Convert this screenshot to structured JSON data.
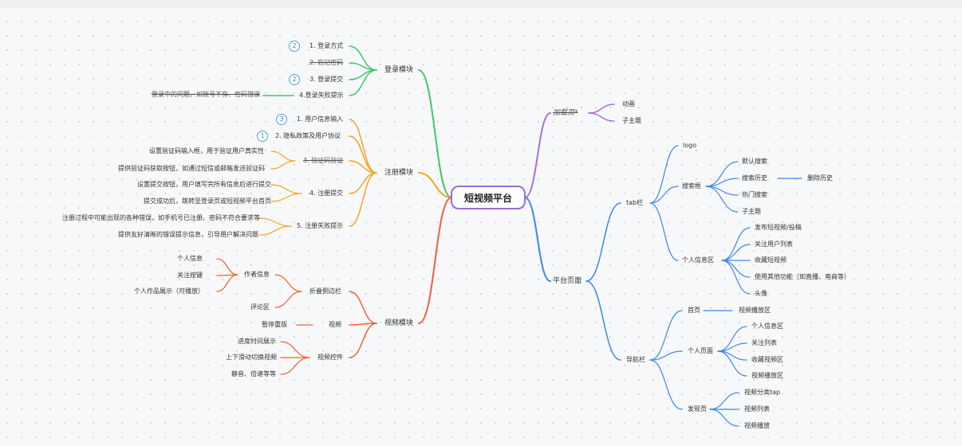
{
  "root": {
    "label": "短视频平台"
  },
  "colors": {
    "green": "#3cc86a",
    "orange": "#f2a526",
    "red": "#f0603a",
    "purple": "#a66ee0",
    "blue": "#3e86f0"
  },
  "left": {
    "login": {
      "label": "登录模块",
      "items": [
        {
          "label": "1. 登录方式",
          "badge": "2"
        },
        {
          "label": "2. 忘记密码",
          "strike": true
        },
        {
          "label": "3. 登录提交",
          "badge": "2"
        },
        {
          "label": "4.登录失败提示",
          "note": "登录中的问题，如账号不存、密码错误"
        }
      ]
    },
    "register": {
      "label": "注册模块",
      "items": [
        {
          "label": "1. 用户信息输入",
          "badge": "3"
        },
        {
          "label": "2. 隐私政策及用户协议",
          "badge": "1"
        },
        {
          "label": "3. 验证码验证",
          "strike": true,
          "notes": [
            "设置验证码输入框，用于验证用户真实性",
            "提供验证码获取按钮，如通过短信或邮箱发送验证码"
          ]
        },
        {
          "label": "4. 注册提交",
          "notes": [
            "设置提交按钮，用户填写完所有信息后进行提交",
            "提交成功后，跳转至登录页或短视频平台首页"
          ]
        },
        {
          "label": "5. 注册失败提示",
          "notes": [
            "注册过程中可能出现的各种错误，如手机号已注册、密码不符合要求等",
            "提供友好清晰的错误提示信息，引导用户解决问题"
          ]
        }
      ]
    },
    "video": {
      "label": "视频模块",
      "items": [
        {
          "label": "折叠侧边栏",
          "children": [
            {
              "label": "作者信息",
              "children": [
                "个人信息",
                "关注按键",
                "个人作品展示（可播放）"
              ]
            },
            {
              "label": "评论区"
            }
          ]
        },
        {
          "label": "视频",
          "children": [
            {
              "label": "暂停重版"
            }
          ]
        },
        {
          "label": "视频控件",
          "children": [
            {
              "label": "进度时间展示"
            },
            {
              "label": "上下滑动切换视频"
            },
            {
              "label": "静音、倍速等等"
            }
          ]
        }
      ]
    }
  },
  "right": {
    "loading": {
      "label": "加载页*",
      "children": [
        "动画",
        "子主题"
      ]
    },
    "platform": {
      "label": "平台页面",
      "tabbar": {
        "label": "tab栏",
        "logo": "logo",
        "search": {
          "label": "搜索框",
          "children": [
            "默认搜索",
            "搜索历史",
            "热门搜索",
            "子主题"
          ],
          "history_child": "删除历史"
        },
        "profile": {
          "label": "个人信息区",
          "children": [
            "发布短视频/投稿",
            "关注用户列表",
            "收藏短视频",
            "使用其他功能（如直播、电商等）",
            "头像"
          ]
        }
      },
      "navbar": {
        "label": "导航栏",
        "home": {
          "label": "首页",
          "child": "视频播放区"
        },
        "personal": {
          "label": "个人页面",
          "children": [
            "个人信息区",
            "关注列表",
            "收藏视频区",
            "视频播放区"
          ]
        },
        "discover": {
          "label": "发现页",
          "children": [
            "视频分类tap",
            "视频列表",
            "视频播放"
          ]
        }
      }
    }
  }
}
